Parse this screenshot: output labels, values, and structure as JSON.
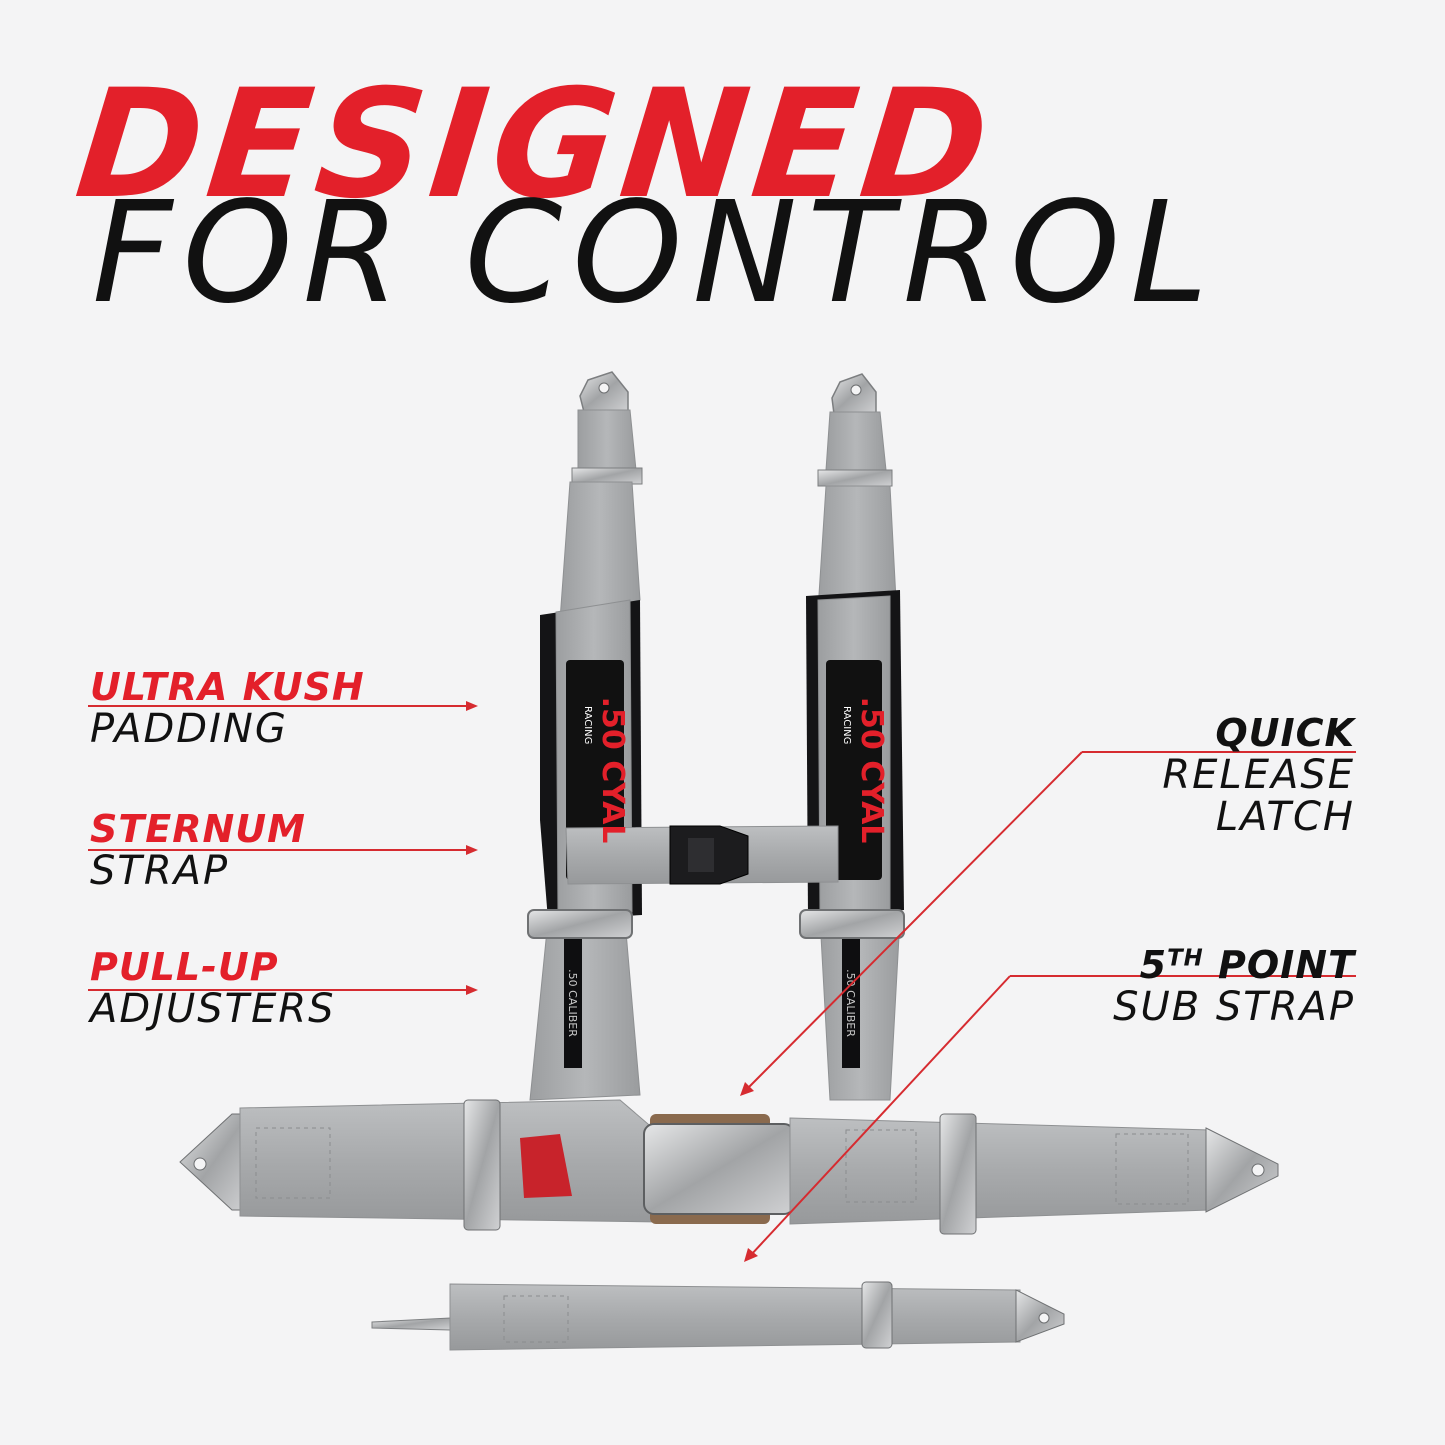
{
  "headline": {
    "line1": "DESIGNED",
    "line2": "FOR CONTROL"
  },
  "features": [
    {
      "accent": "ULTRA KUSH",
      "sub": "PADDING"
    },
    {
      "accent": "STERNUM",
      "sub": "STRAP"
    },
    {
      "accent": "PULL-UP",
      "sub": "ADJUSTERS"
    },
    {
      "accent": "QUICK",
      "sub1": "RELEASE",
      "sub2": "LATCH"
    },
    {
      "accent_prefix": "5",
      "accent_sup": "TH",
      "accent_rest": " POINT",
      "sub": "SUB STRAP"
    }
  ],
  "harness": {
    "left_pad_logo": ".50 CYAL",
    "left_pad_logo_sub": "RACING",
    "right_pad_logo": ".50 CYAL",
    "right_pad_logo_sub": "RACING",
    "left_tag": ".50 CALIBER",
    "right_tag": ".50 CALIBER"
  },
  "colors": {
    "accent_red": "#e3202a",
    "webbing_gray": "#a9abad",
    "pad_black": "#141416",
    "background": "#f4f4f5"
  }
}
